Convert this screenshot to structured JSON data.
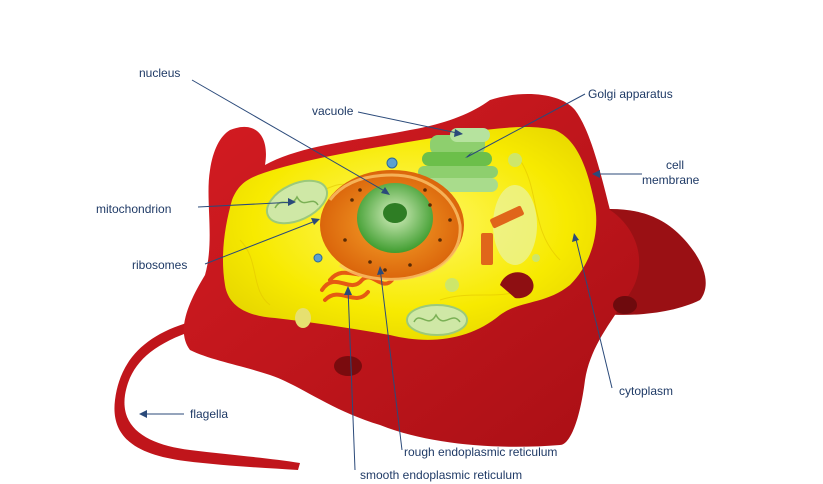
{
  "diagram": {
    "labels": {
      "nucleus": "nucleus",
      "vacuole": "vacuole",
      "golgi": "Golgi apparatus",
      "cell_membrane_line1": "cell",
      "cell_membrane_line2": "membrane",
      "mitochondrion": "mitochondrion",
      "ribosomes": "ribosomes",
      "flagella": "flagella",
      "cytoplasm": "cytoplasm",
      "rough_er": "rough endoplasmic reticulum",
      "smooth_er": "smooth endoplasmic reticulum"
    },
    "colors": {
      "membrane": "#c0151b",
      "membrane_dark": "#8e0f12",
      "cytoplasm": "#f7ea00",
      "nucleus_outer": "#e8740f",
      "nucleus_inner": "#3f9d2f",
      "golgi": "#6cbf4a",
      "leader_line": "#2b4a7a"
    }
  }
}
